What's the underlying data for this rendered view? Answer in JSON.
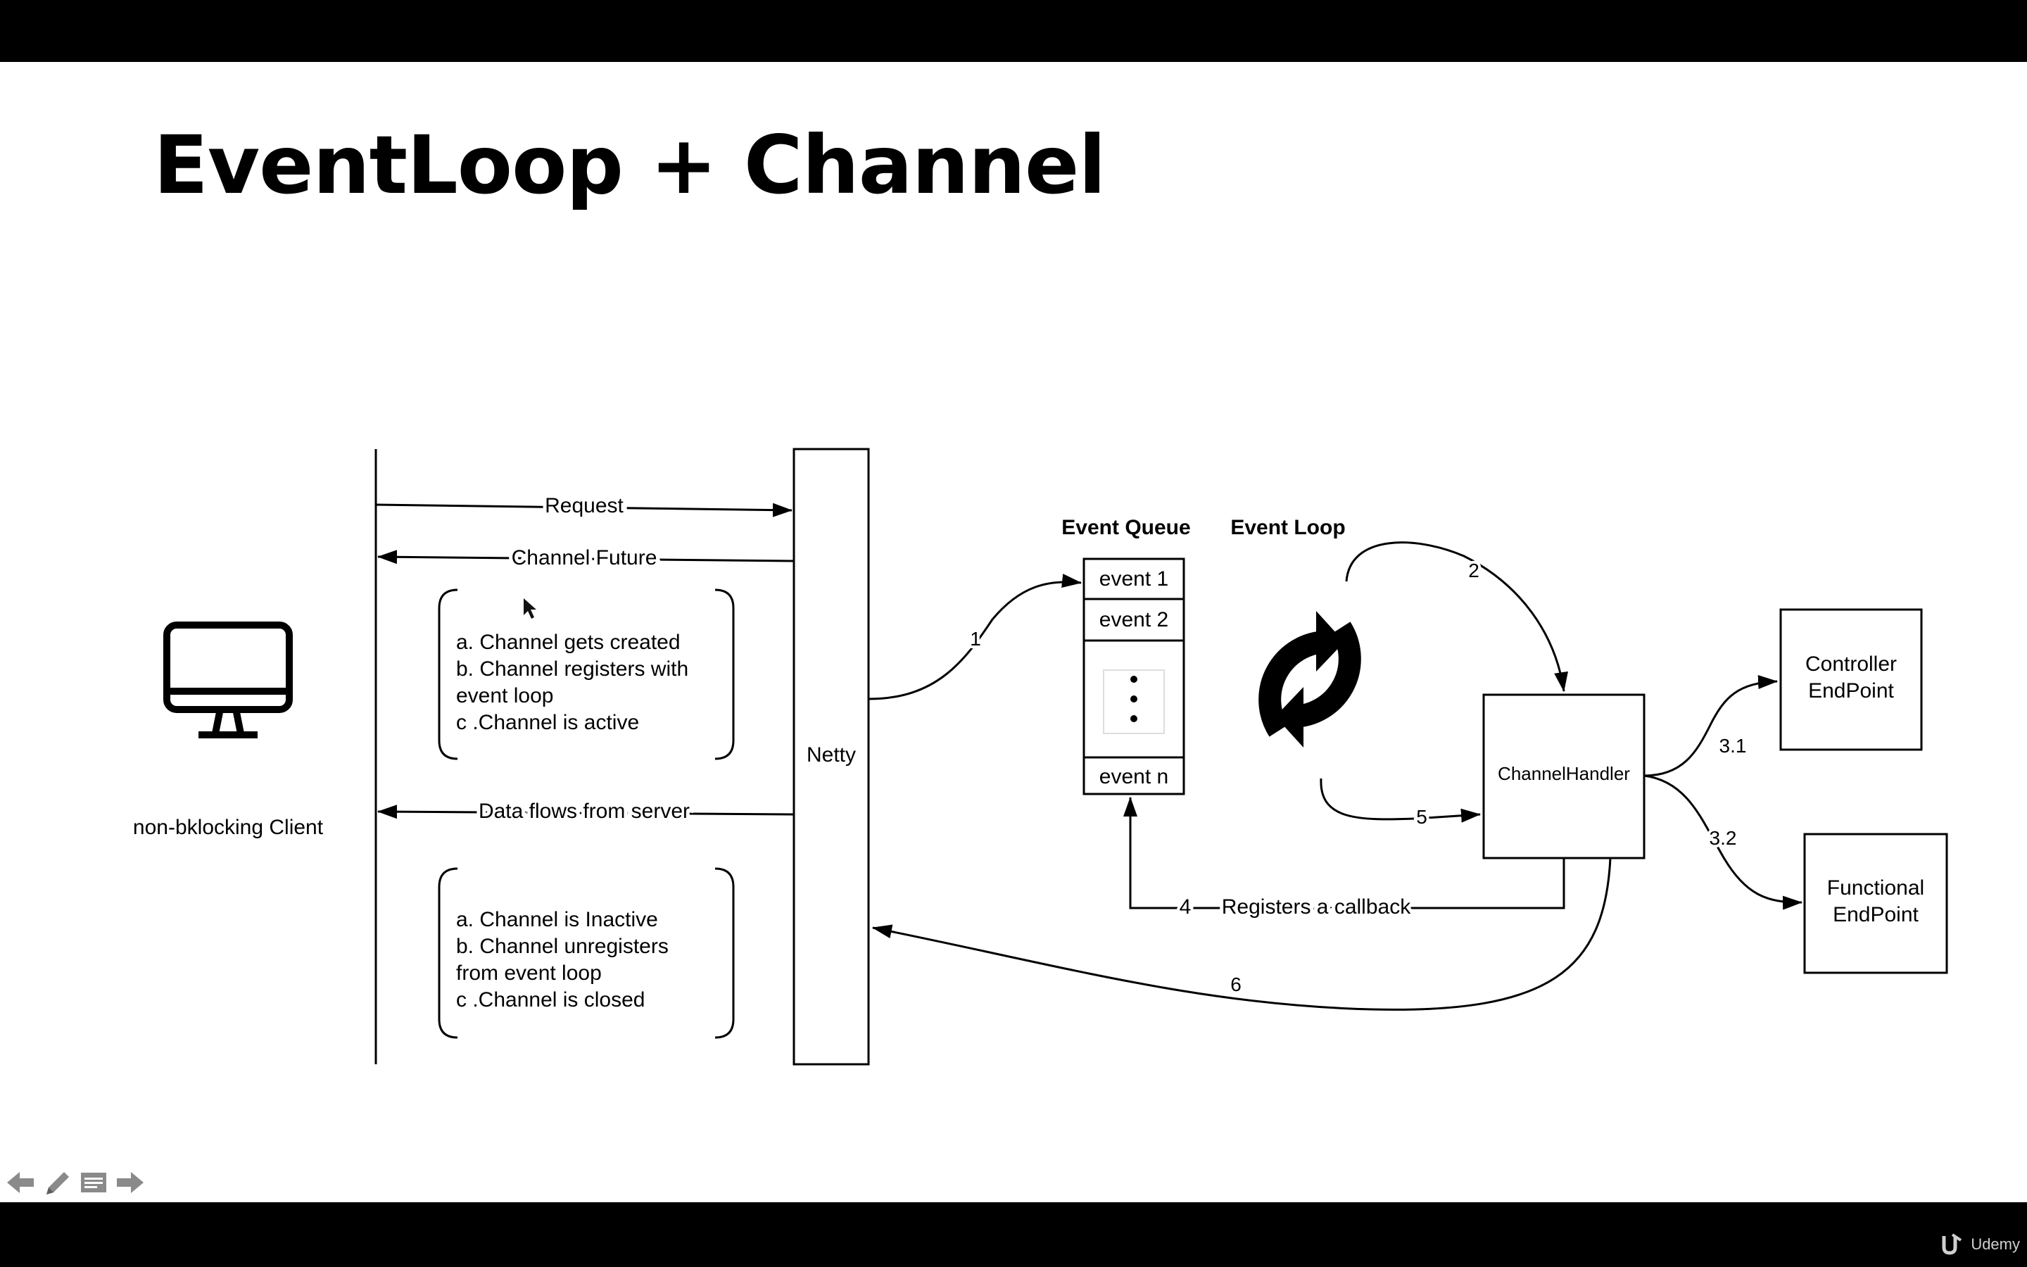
{
  "slide": {
    "title": "EventLoop + Channel"
  },
  "client": {
    "label": "non-bklocking Client",
    "icon": "monitor-icon"
  },
  "netty": {
    "label": "Netty"
  },
  "messages": {
    "request": "Request",
    "channel_future": "Channel Future",
    "data_flows": "Data flows from server"
  },
  "lifecycle_open": {
    "lines": [
      "a. Channel gets created",
      "b. Channel registers with",
      "event loop",
      "c .Channel is active"
    ]
  },
  "lifecycle_close": {
    "lines": [
      "a. Channel is Inactive",
      "b. Channel unregisters",
      "from event loop",
      "c .Channel is closed"
    ]
  },
  "event_queue": {
    "title": "Event Queue",
    "items": [
      "event 1",
      "event 2",
      "event n"
    ]
  },
  "event_loop": {
    "title": "Event Loop",
    "icon": "refresh-cycle-icon"
  },
  "handler": {
    "label": "ChannelHandler"
  },
  "endpoints": {
    "controller": [
      "Controller",
      "EndPoint"
    ],
    "functional": [
      "Functional",
      "EndPoint"
    ]
  },
  "steps": {
    "s1": "1",
    "s2": "2",
    "s3_1": "3.1",
    "s3_2": "3.2",
    "s4": "4",
    "s4_label": "Registers a callback",
    "s5": "5",
    "s6": "6"
  },
  "navigation": {
    "icons": [
      "arrow-left-icon",
      "pencil-icon",
      "notes-icon",
      "arrow-right-icon"
    ]
  },
  "watermark": {
    "text": "Udemy",
    "icon": "udemy-logo-icon"
  },
  "colors": {
    "letterbox": "#000000",
    "slide": "#ffffff",
    "ink": "#000000",
    "nav": "#8a8a8a"
  }
}
